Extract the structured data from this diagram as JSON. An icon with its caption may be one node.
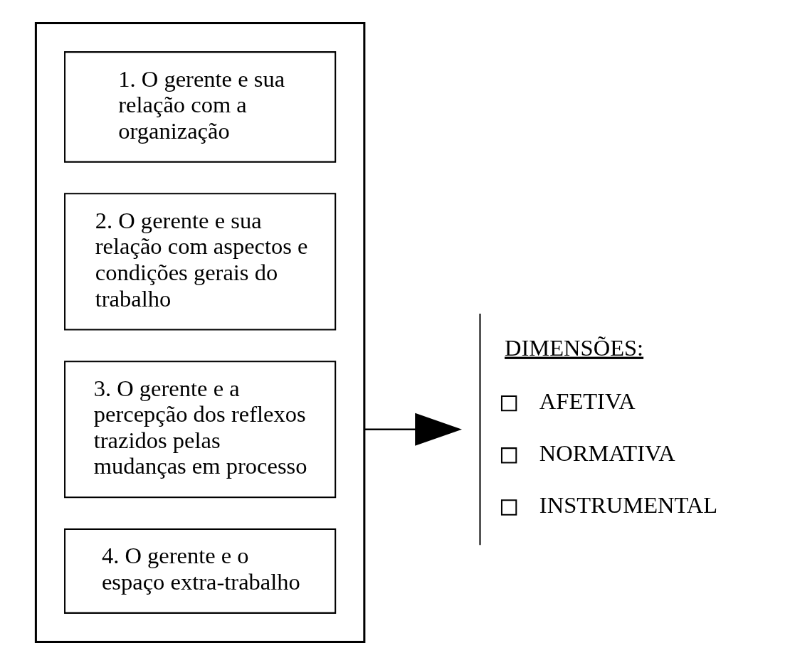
{
  "diagram": {
    "nodes": [
      {
        "text": [],
        "shape": "arrow"
      },
      {
        "text": [
          "1. O gerente e sua relação com a organização"
        ],
        "in": 0
      },
      {
        "text": [
          "2. O gerente e sua relação com aspectos e condições gerais do trabalho"
        ],
        "in": 0
      },
      {
        "text": [
          "3. O gerente e a percepção dos reflexos trazidos pelas mudanças em processo"
        ],
        "in": 0
      },
      {
        "text": [
          "4. O gerente e o espaço extra-trabalho"
        ],
        "in": 0
      },
      {
        "text": [
          "DIMENSÕES:",
          "AFETIVA",
          "NORMATIVA",
          "INSTRUMENTAL"
        ]
      }
    ],
    "edges": [
      {
        "from": 0,
        "to": 5,
        "arrow": "to"
      }
    ]
  }
}
